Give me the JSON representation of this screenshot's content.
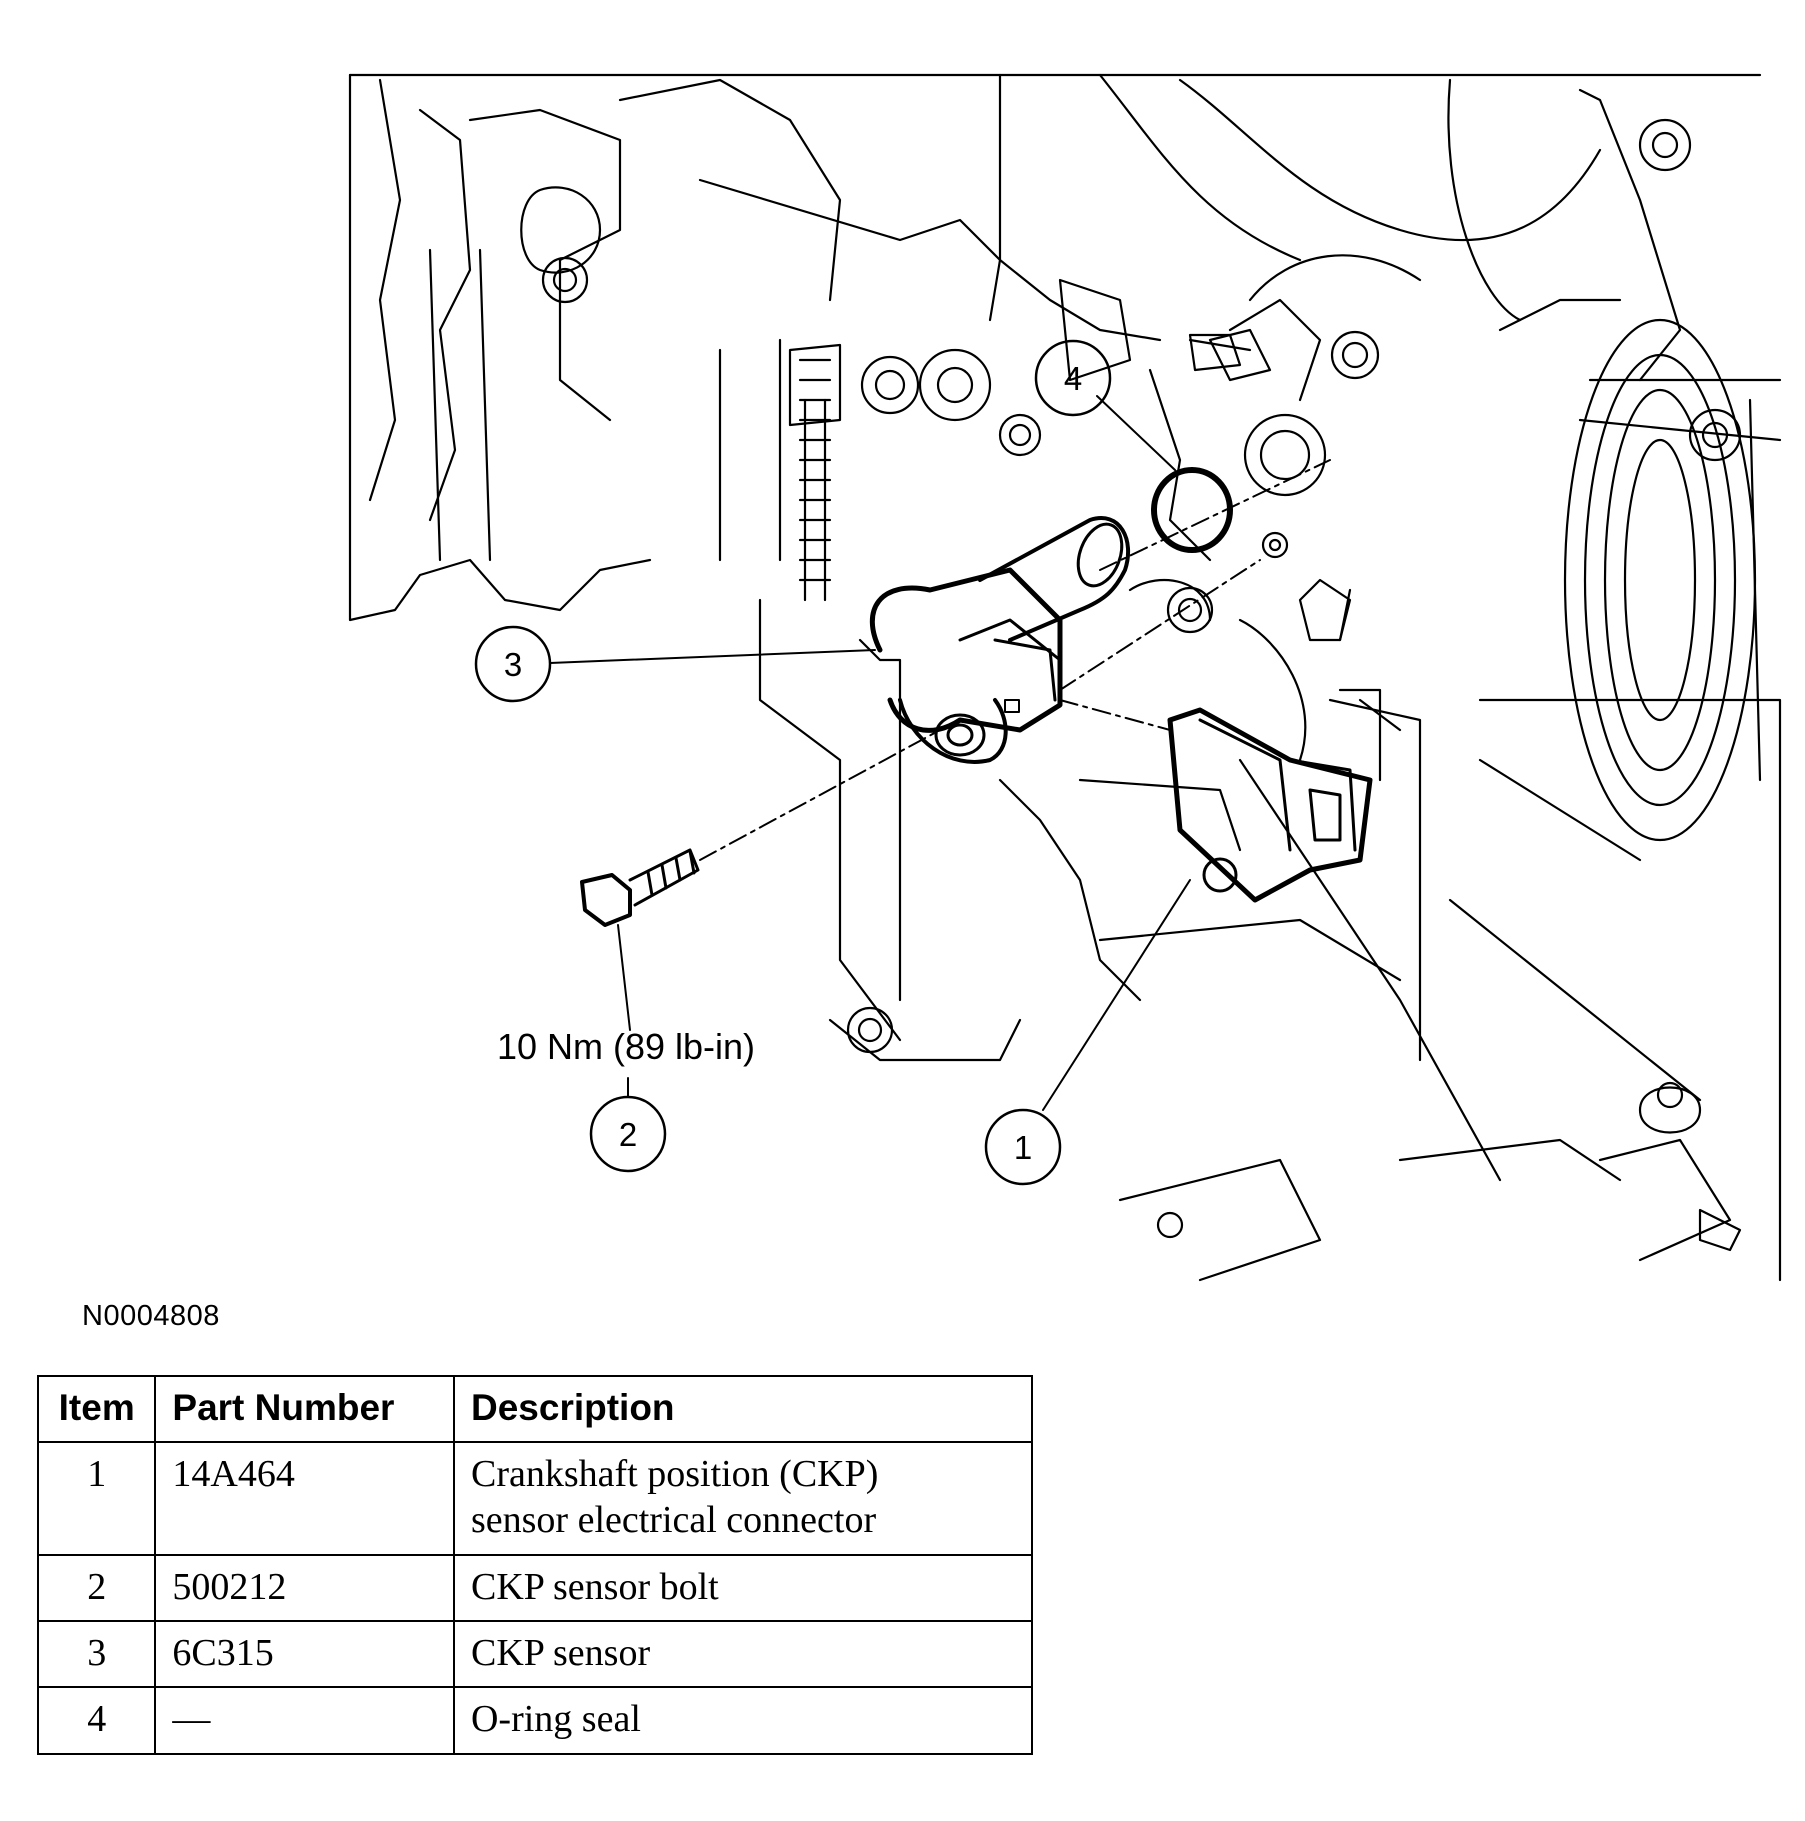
{
  "figure": {
    "id": "N0004808",
    "torque_spec": "10 Nm (89 lb-in)",
    "callouts": [
      "1",
      "2",
      "3",
      "4"
    ]
  },
  "parts_table": {
    "headers": {
      "item": "Item",
      "part_number": "Part Number",
      "description": "Description"
    },
    "rows": [
      {
        "item": "1",
        "part_number": "14A464",
        "description_line1": "Crankshaft position (CKP)",
        "description_line2": "sensor electrical connector"
      },
      {
        "item": "2",
        "part_number": "500212",
        "description_line1": "CKP sensor bolt",
        "description_line2": ""
      },
      {
        "item": "3",
        "part_number": "6C315",
        "description_line1": "CKP sensor",
        "description_line2": ""
      },
      {
        "item": "4",
        "part_number": "—",
        "description_line1": "O-ring seal",
        "description_line2": ""
      }
    ]
  }
}
